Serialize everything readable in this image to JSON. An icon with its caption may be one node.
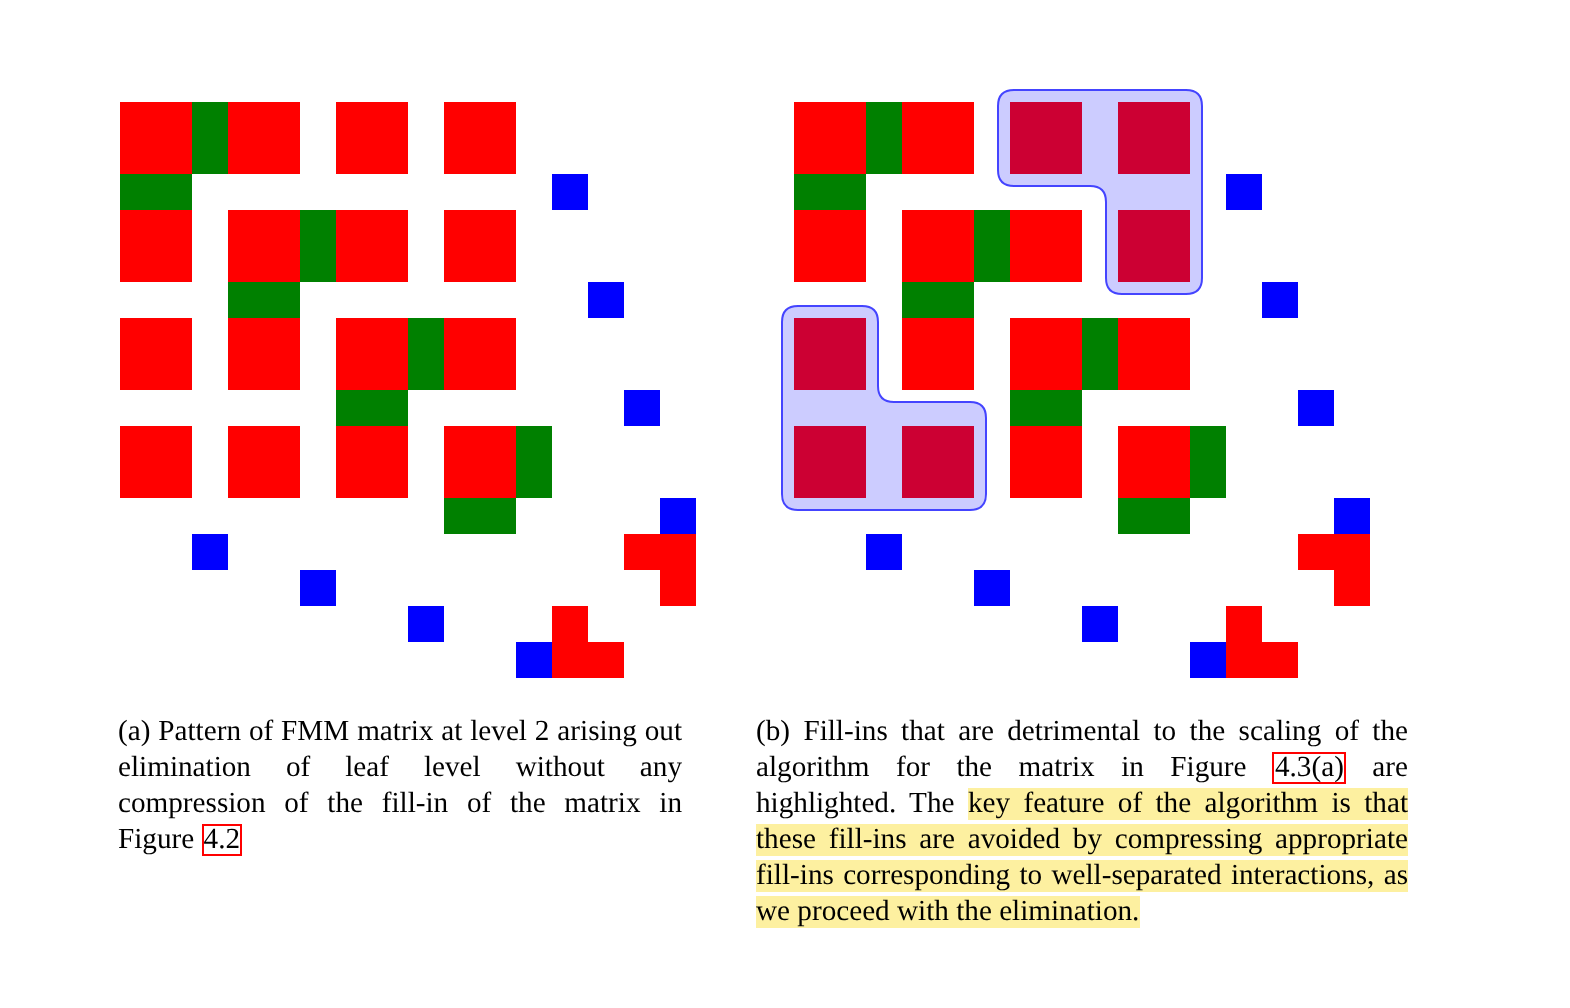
{
  "diagram": {
    "labels": [
      "(a) Pattern of FMM matrix at level 2 arising out elimination of leaf level without any compression of the fill-in of the matrix in Figure",
      "4.2",
      "(b) Fill-ins that are detrimental to the scaling of the algorithm for the matrix in Figure",
      "4.3(a)",
      "are highlighted. The",
      "key feature of the algorithm is that these fill-ins are avoided by compressing appropriate fill-ins corresponding to well-separated interactions, as we proceed with the elimination."
    ]
  }
}
